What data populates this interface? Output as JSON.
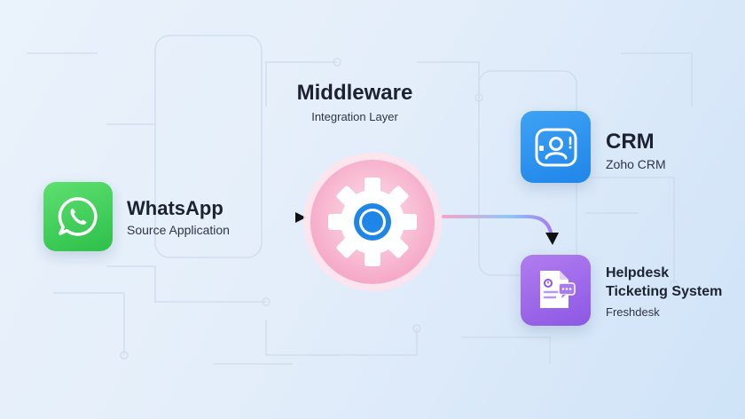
{
  "middleware": {
    "title": "Middleware",
    "subtitle": "Integration Layer",
    "icon": "gear-icon"
  },
  "source": {
    "title": "WhatsApp",
    "subtitle": "Source Application",
    "icon": "whatsapp-icon",
    "color": "#2cc04a"
  },
  "crm": {
    "title": "CRM",
    "subtitle": "Zoho CRM",
    "icon": "contact-card-icon",
    "color": "#1f86e8"
  },
  "helpdesk": {
    "title_line1": "Helpdesk",
    "title_line2": "Ticketing System",
    "subtitle": "Freshdesk",
    "icon": "ticket-chat-icon",
    "color": "#8d58e3"
  },
  "colors": {
    "hub_pink": "#f7b6cf",
    "hub_ring": "#ffd6e4",
    "gear_center": "#1f86e8",
    "arrow_green": "#6fe38a",
    "arrow_purple": "#a77cf0"
  }
}
